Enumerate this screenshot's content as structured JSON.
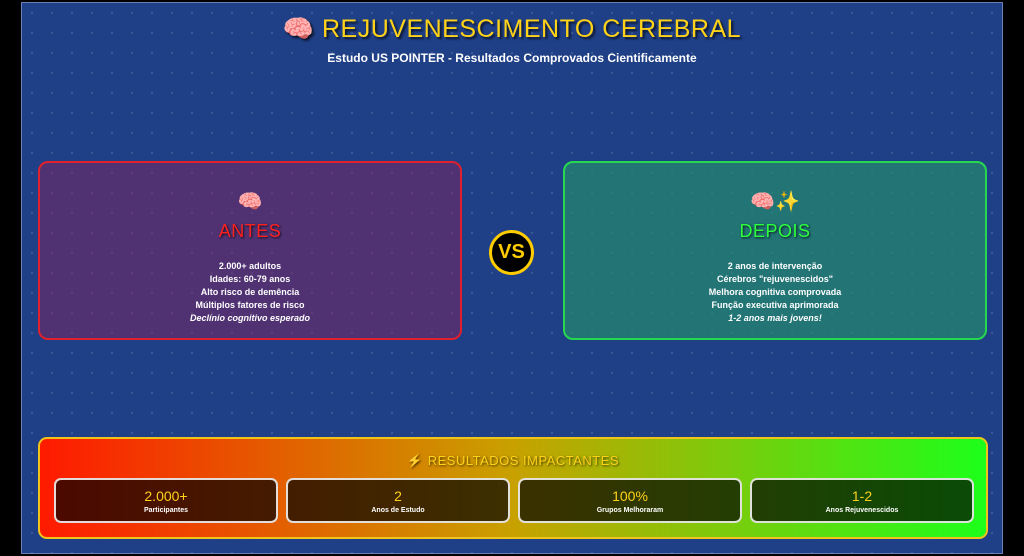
{
  "header": {
    "title": "🧠 REJUVENESCIMENTO CEREBRAL",
    "subtitle": "Estudo US POINTER - Resultados Comprovados Cientificamente"
  },
  "before": {
    "icon": "🧠",
    "heading": "ANTES",
    "lines": [
      "2.000+ adultos",
      "Idades: 60-79 anos",
      "Alto risco de demência",
      "Múltiplos fatores de risco",
      "Declínio cognitivo esperado"
    ]
  },
  "vs_label": "VS",
  "after": {
    "icon": "🧠✨",
    "heading": "DEPOIS",
    "lines": [
      "2 anos de intervenção",
      "Cérebros \"rejuvenescidos\"",
      "Melhora cognitiva comprovada",
      "Função executiva aprimorada",
      "1-2 anos mais jovens!"
    ]
  },
  "results": {
    "title": "⚡ RESULTADOS IMPACTANTES",
    "stats": [
      {
        "value": "2.000+",
        "label": "Participantes"
      },
      {
        "value": "2",
        "label": "Anos de Estudo"
      },
      {
        "value": "100%",
        "label": "Grupos Melhoraram"
      },
      {
        "value": "1-2",
        "label": "Anos Rejuvenescidos"
      }
    ]
  },
  "colors": {
    "background": "#1f3f86",
    "accent_gold": "#ffd21a",
    "before_border": "#e0202c",
    "after_border": "#25d84e"
  }
}
